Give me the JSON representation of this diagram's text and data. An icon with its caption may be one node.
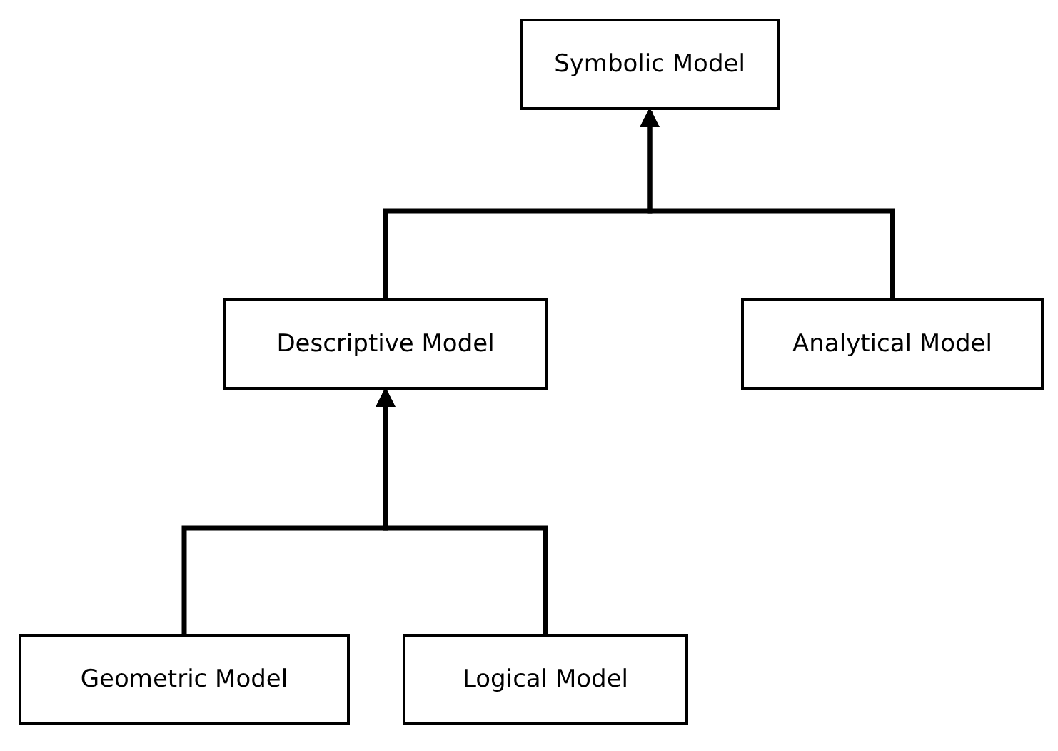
{
  "diagram": {
    "nodes": [
      {
        "text": [
          "Symbolic Model"
        ]
      },
      {
        "text": [
          "Descriptive Model"
        ]
      },
      {
        "text": [
          "Analytical Model"
        ]
      },
      {
        "text": [
          "Geometric Model"
        ]
      },
      {
        "text": [
          "Logical Model"
        ]
      }
    ],
    "edges": [
      {
        "from": 1,
        "to": 0,
        "arrow": "to"
      },
      {
        "from": 2,
        "to": 0,
        "arrow": "to"
      },
      {
        "from": 3,
        "to": 1,
        "arrow": "to"
      },
      {
        "from": 4,
        "to": 1,
        "arrow": "to"
      }
    ]
  }
}
